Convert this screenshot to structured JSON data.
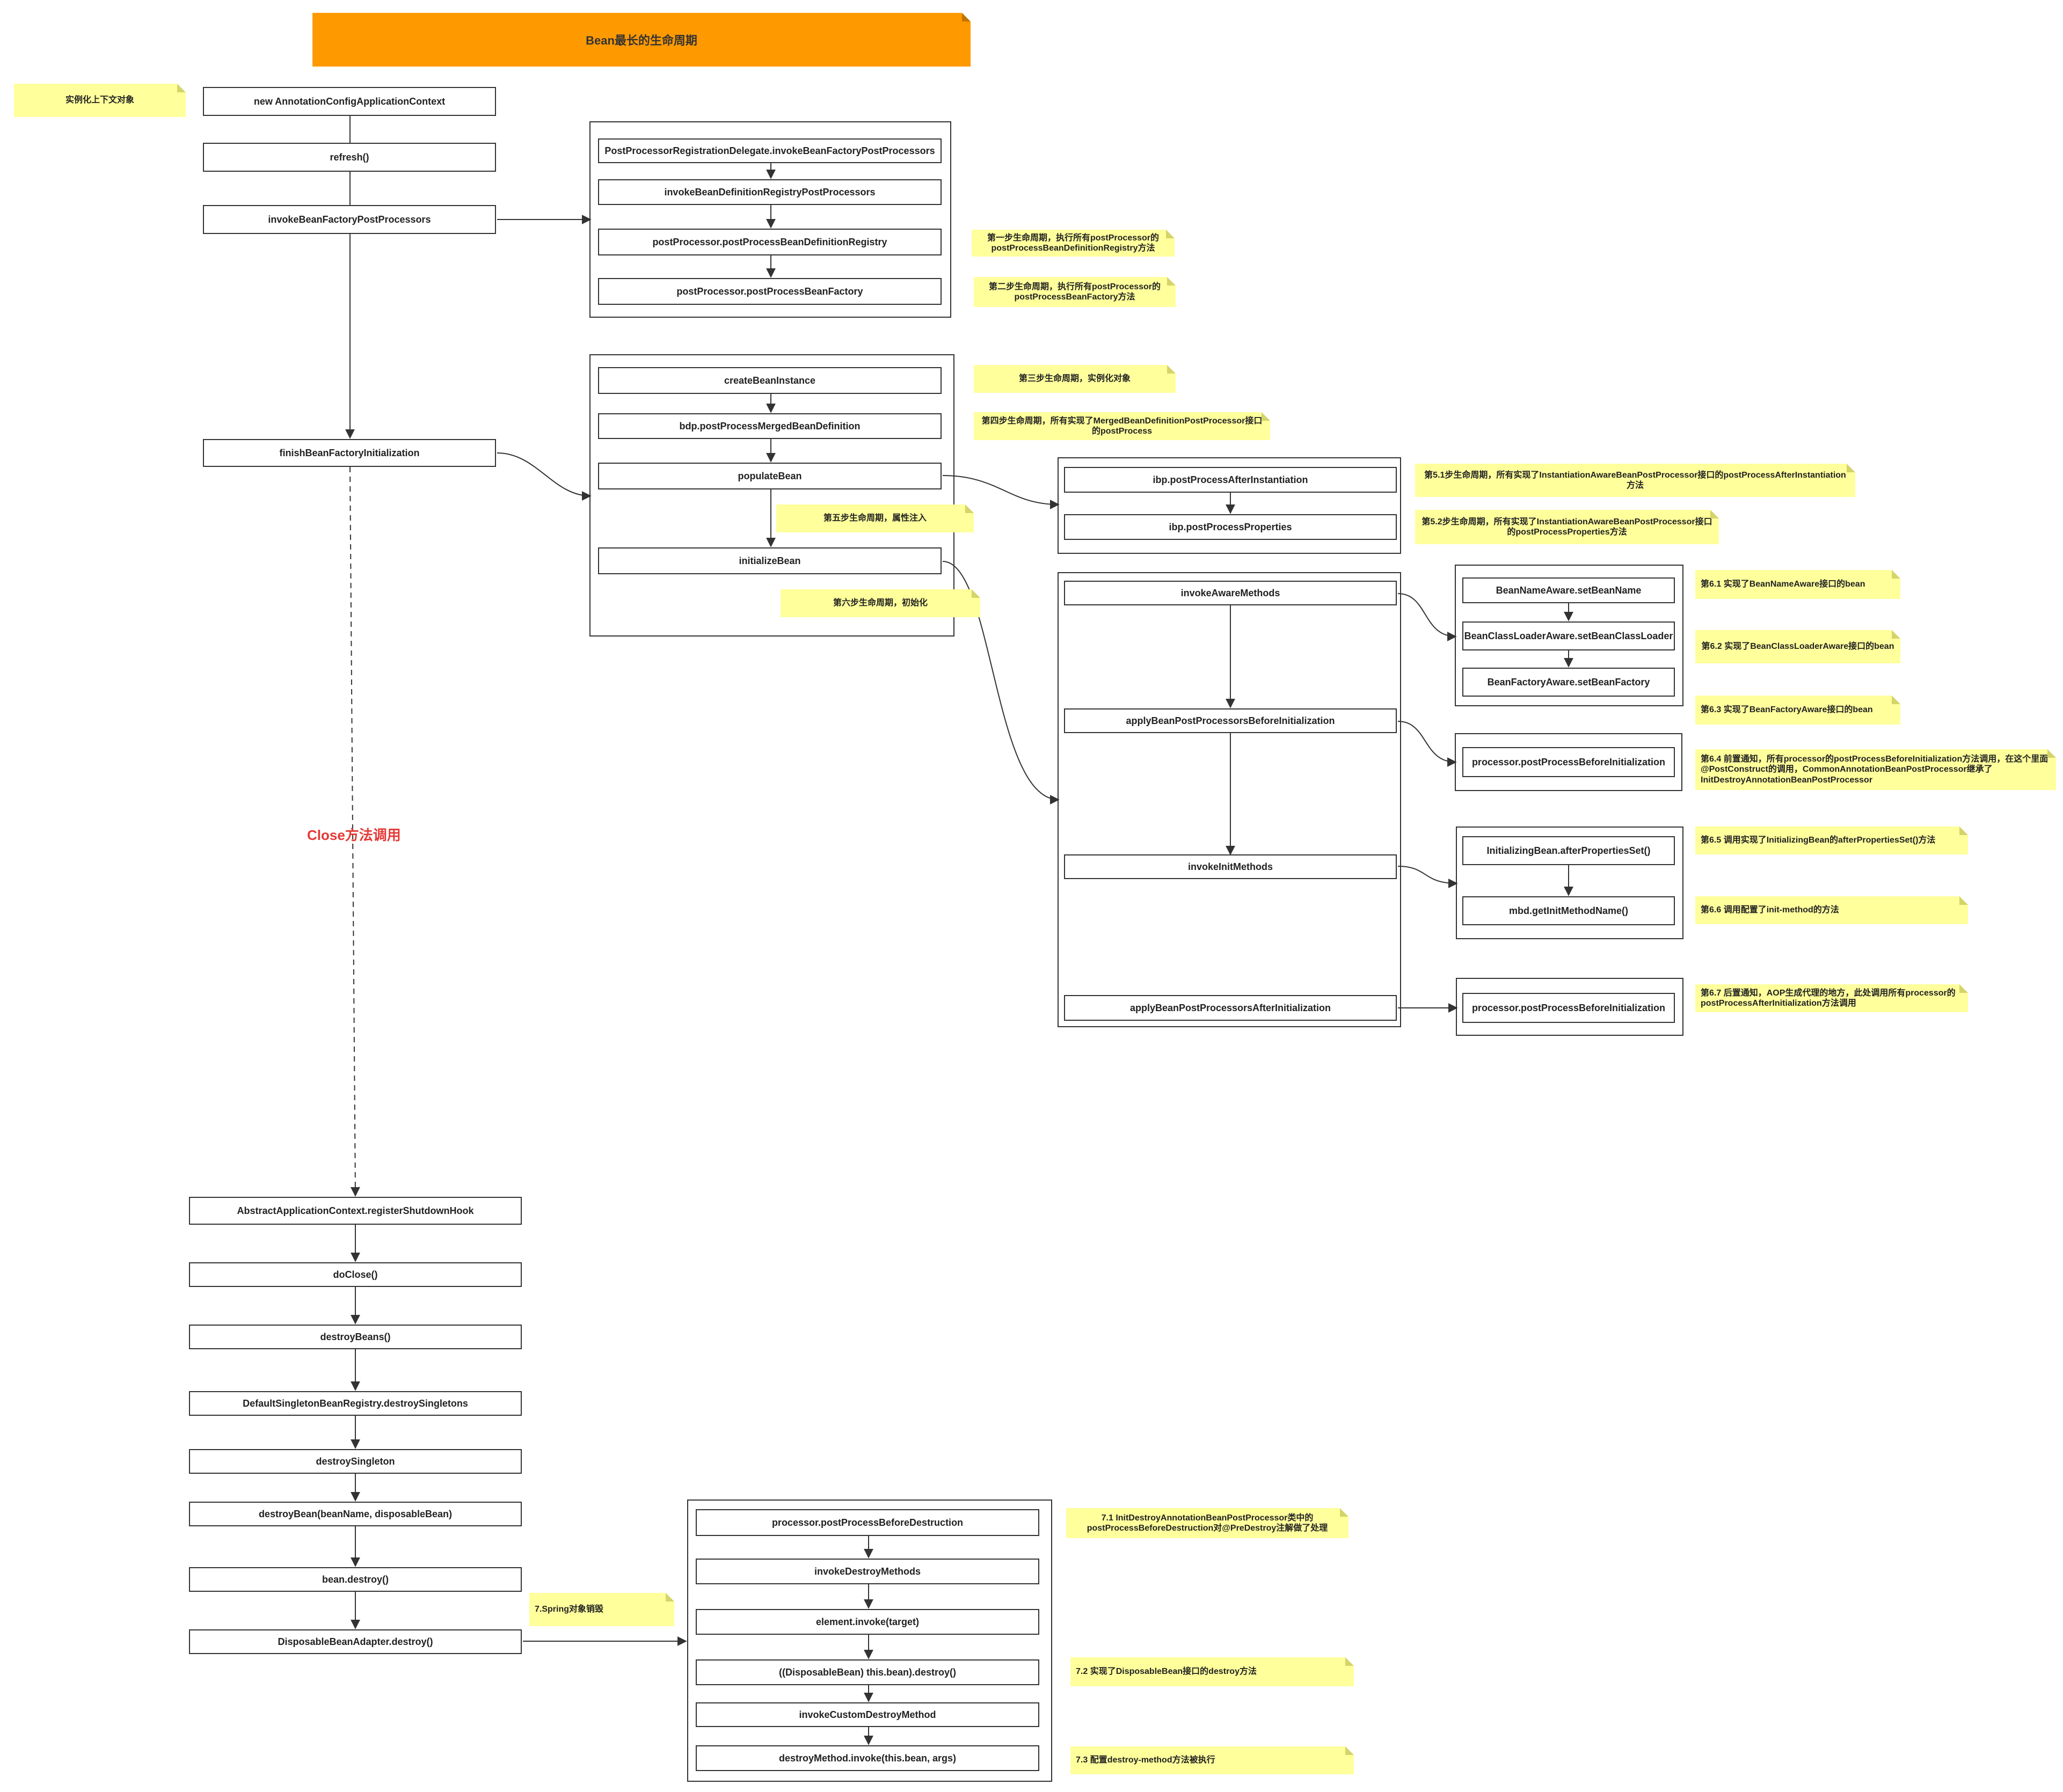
{
  "title": "Bean最长的生命周期",
  "close_label": "Close方法调用",
  "nodes": {
    "new_ctx": "new AnnotationConfigApplicationContext",
    "refresh": "refresh()",
    "invoke_bfpp": "invokeBeanFactoryPostProcessors",
    "finish_init": "finishBeanFactoryInitialization",
    "ppr_delegate": "PostProcessorRegistrationDelegate.invokeBeanFactoryPostProcessors",
    "invoke_bdrpp": "invokeBeanDefinitionRegistryPostProcessors",
    "pp_bdr": "postProcessor.postProcessBeanDefinitionRegistry",
    "pp_bf": "postProcessor.postProcessBeanFactory",
    "create_bean": "createBeanInstance",
    "bdp_merged": "bdp.postProcessMergedBeanDefinition",
    "populate_bean": "populateBean",
    "initialize_bean": "initializeBean",
    "ibp_after_inst": "ibp.postProcessAfterInstantiation",
    "ibp_props": "ibp.postProcessProperties",
    "invoke_aware": "invokeAwareMethods",
    "apply_before": "applyBeanPostProcessorsBeforeInitialization",
    "invoke_init": "invokeInitMethods",
    "apply_after": "applyBeanPostProcessorsAfterInitialization",
    "aware_name": "BeanNameAware.setBeanName",
    "aware_cl": "BeanClassLoaderAware.setBeanClassLoader",
    "aware_bf": "BeanFactoryAware.setBeanFactory",
    "proc_before": "processor.postProcessBeforeInitialization",
    "init_after_props": "InitializingBean.afterPropertiesSet()",
    "mbd_init": "mbd.getInitMethodName()",
    "proc_after": "processor.postProcessBeforeInitialization",
    "shutdown_hook": "AbstractApplicationContext.registerShutdownHook",
    "do_close": "doClose()",
    "destroy_beans": "destroyBeans()",
    "destroy_singletons": "DefaultSingletonBeanRegistry.destroySingletons",
    "destroy_singleton": "destroySingleton",
    "destroy_bean": "destroyBean(beanName, disposableBean)",
    "bean_destroy": "bean.destroy()",
    "dba_destroy": "DisposableBeanAdapter.destroy()",
    "proc_before_destr": "processor.postProcessBeforeDestruction",
    "invoke_destroy": "invokeDestroyMethods",
    "element_invoke": "element.invoke(target)",
    "disposable_destroy": "((DisposableBean) this.bean).destroy()",
    "invoke_custom": "invokeCustomDestroyMethod",
    "destroy_method": "destroyMethod.invoke(this.bean, args)"
  },
  "notes": {
    "ctx": "实例化上下文对象",
    "step1": "第一步生命周期，执行所有postProcessor的postProcessBeanDefinitionRegistry方法",
    "step2": "第二步生命周期，执行所有postProcessor的postProcessBeanFactory方法",
    "step3": "第三步生命周期，实例化对象",
    "step4": "第四步生命周期，所有实现了MergedBeanDefinitionPostProcessor接口的postProcess",
    "step5": "第五步生命周期，属性注入",
    "step6": "第六步生命周期，初始化",
    "step51": "第5.1步生命周期，所有实现了InstantiationAwareBeanPostProcessor接口的postProcessAfterInstantiation方法",
    "step52": "第5.2步生命周期，所有实现了InstantiationAwareBeanPostProcessor接口的postProcessProperties方法",
    "step61": "第6.1 实现了BeanNameAware接口的bean",
    "step62": "第6.2 实现了BeanClassLoaderAware接口的bean",
    "step63": "第6.3 实现了BeanFactoryAware接口的bean",
    "step64": "第6.4 前置通知，所有processor的postProcessBeforeInitialization方法调用，在这个里面@PostConstruct的调用，CommonAnnotationBeanPostProcessor继承了InitDestroyAnnotationBeanPostProcessor",
    "step65": "第6.5 调用实现了InitializingBean的afterPropertiesSet()方法",
    "step66": "第6.6 调用配置了init-method的方法",
    "step67": "第6.7 后置通知，AOP生成代理的地方，此处调用所有processor的postProcessAfterInitialization方法调用",
    "step7": "7.Spring对象销毁",
    "step71": "7.1 InitDestroyAnnotationBeanPostProcessor类中的postProcessBeforeDestruction对@PreDestroy注解做了处理",
    "step72": "7.2 实现了DisposableBean接口的destroy方法",
    "step73": "7.3 配置destroy-method方法被执行"
  },
  "colors": {
    "banner": "#ff9900",
    "note": "#ffff9c",
    "close_label": "#e53935",
    "line": "#333333"
  }
}
